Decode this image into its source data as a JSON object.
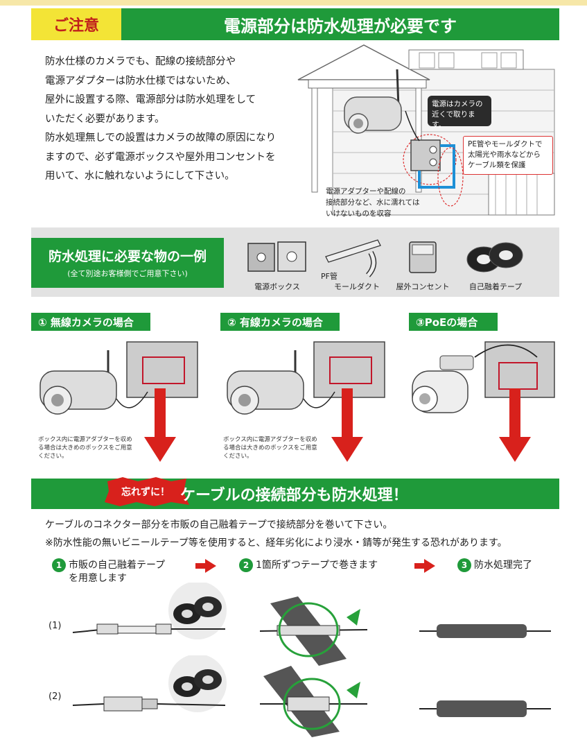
{
  "header": {
    "tag": "ご注意",
    "title": "電源部分は防水処理が必要です"
  },
  "intro": [
    "防水仕様のカメラでも、配線の接続部分や",
    "電源アダプターは防水仕様ではないため、",
    "屋外に設置する際、電源部分は防水処理をして",
    "いただく必要があります。",
    "防水処理無しでの設置はカメラの故障の原因になり",
    "ますので、必ず電源ボックスや屋外用コンセントを",
    "用いて、水に触れないようにして下さい。"
  ],
  "callouts": {
    "power_near": [
      "電源はカメラの",
      "近くで取ります。"
    ],
    "pipe": [
      "PE管やモールダクトで",
      "太陽光や雨水などから",
      "ケーブル類を保護"
    ],
    "adapter": [
      "電源アダプターや配線の",
      "接続部分など、水に濡れては",
      "いけないものを収容"
    ]
  },
  "items": {
    "title": "防水処理に必要な物の一例",
    "subtitle": "(全て別途お客様側でご用意下さい)",
    "list": [
      {
        "label": "電源ボックス",
        "icon": "power-box-icon"
      },
      {
        "label": "PF管",
        "icon": "pf-pipe-icon"
      },
      {
        "label": "モールダクト",
        "icon": "mould-duct-icon"
      },
      {
        "label": "屋外コンセント",
        "icon": "outdoor-outlet-icon"
      },
      {
        "label": "自己融着テープ",
        "icon": "tape-icon"
      }
    ]
  },
  "cases": [
    {
      "label": "① 無線カメラの場合",
      "note": [
        "ボックス内に電源アダプターを収め",
        "る場合は大きめのボックスをご用意",
        "ください。"
      ]
    },
    {
      "label": "② 有線カメラの場合",
      "note": [
        "ボックス内に電源アダプターを収め",
        "る場合は大きめのボックスをご用意",
        "ください。"
      ]
    },
    {
      "label": "③PoEの場合",
      "note": []
    }
  ],
  "section2": {
    "badge": "忘れずに！",
    "title": "ケーブルの接続部分も防水処理！",
    "body": [
      "ケーブルのコネクター部分を市販の自己融着テープで接続部分を巻いて下さい。",
      "※防水性能の無いビニールテープ等を使用すると、経年劣化により浸水・錆等が発生する恐れがあります。"
    ],
    "steps": [
      {
        "num": "1",
        "text": [
          "市販の自己融着テープ",
          "を用意します"
        ]
      },
      {
        "num": "2",
        "text": [
          "1箇所ずつテープで巻きます"
        ]
      },
      {
        "num": "3",
        "text": [
          "防水処理完了"
        ]
      }
    ],
    "rows": [
      "(1)",
      "(2)"
    ]
  },
  "colors": {
    "green": "#1f9a3a",
    "yellow": "#f3e436",
    "red": "#d8211c",
    "gray": "#e2e2e2"
  }
}
